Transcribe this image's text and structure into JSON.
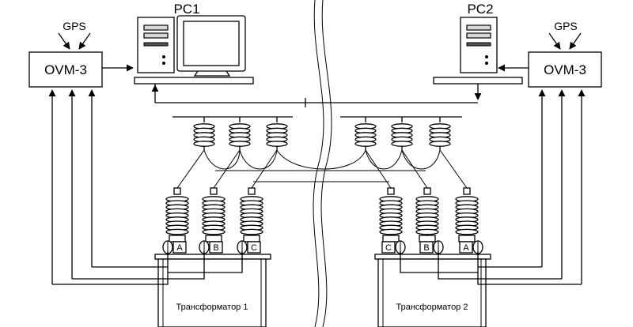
{
  "labels": {
    "pc1": "PC1",
    "pc2": "PC2",
    "gps_left": "GPS",
    "gps_right": "GPS",
    "ovm_left": "OVM-3",
    "ovm_right": "OVM-3",
    "transformer1": "Трансформатор 1",
    "transformer2": "Трансформатор 2"
  },
  "phases_left": [
    "A",
    "B",
    "C"
  ],
  "phases_right": [
    "C",
    "B",
    "A"
  ]
}
